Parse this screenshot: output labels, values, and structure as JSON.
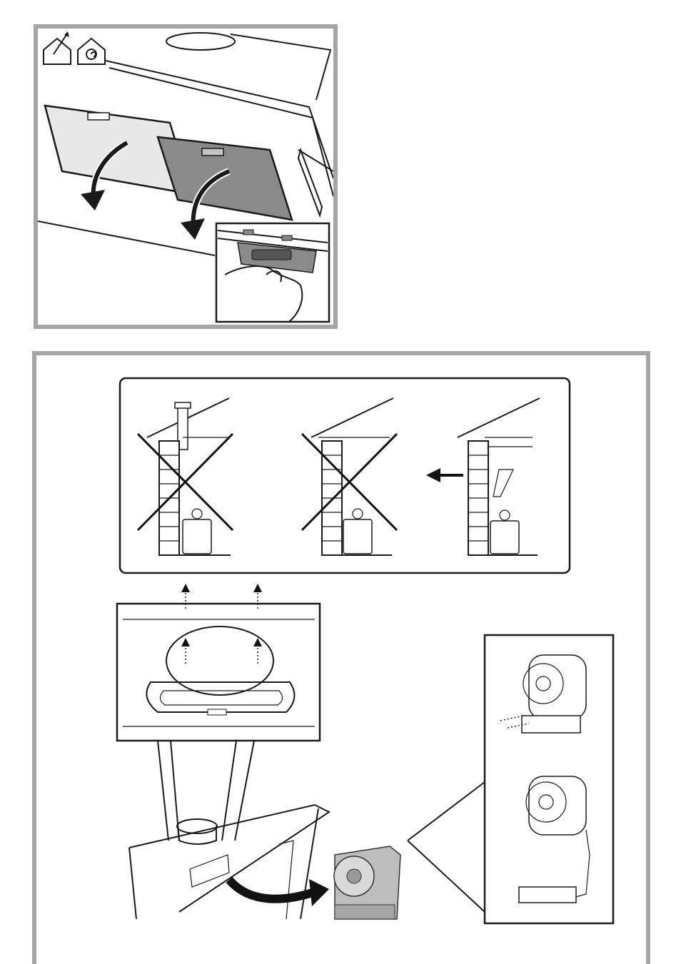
{
  "illustration_top": {
    "icons": [
      "ducted-mode-icon",
      "recirculation-mode-icon"
    ],
    "steps": [
      "remove-grease-filters"
    ],
    "colors": {
      "filter_fill": "#8a8a8a",
      "filter_light": "#e8e8e8",
      "panel_border": "#a5a5a5"
    }
  },
  "illustration_bottom": {
    "installation_scenarios": [
      {
        "name": "chimney-outlet",
        "allowed": false
      },
      {
        "name": "roof-vent-outlet",
        "allowed": false
      },
      {
        "name": "wall-outlet",
        "allowed": true
      }
    ],
    "steps": [
      "remove-screws",
      "remove-motor",
      "disconnect-motor"
    ]
  }
}
